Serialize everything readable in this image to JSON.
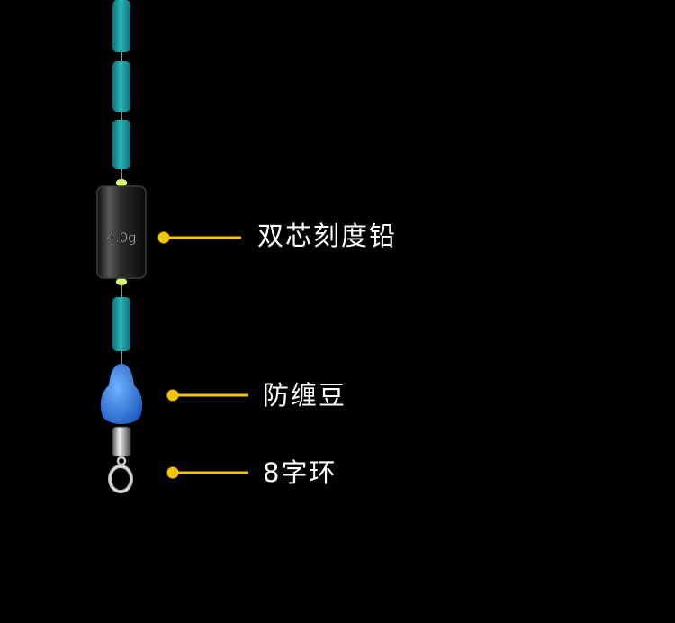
{
  "sinker": {
    "weight_text": "4.0g"
  },
  "callouts": [
    {
      "label": "双芯刻度铅"
    },
    {
      "label": "防缠豆"
    },
    {
      "label": "8字环"
    }
  ],
  "colors": {
    "background": "#000000",
    "callout_line": "#f5c400",
    "tube": "#1fa3a8",
    "bead": "#3a7de0",
    "sinker": "#1b1b1b",
    "glow": "#d8ff70",
    "label": "#ffffff"
  }
}
